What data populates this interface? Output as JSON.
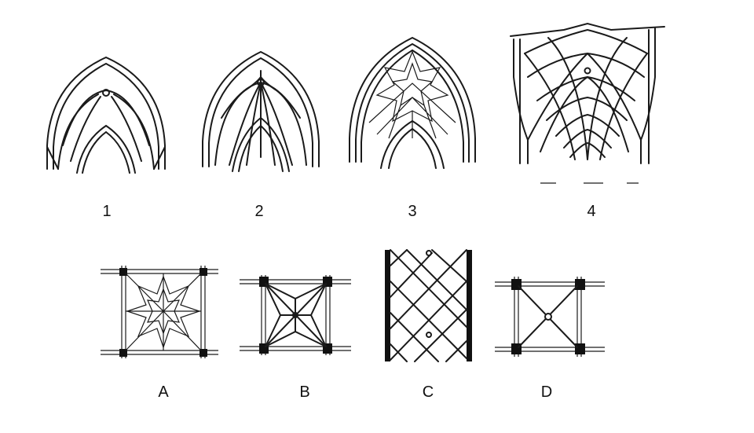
{
  "vault_sections": [
    {
      "label": "1"
    },
    {
      "label": "2"
    },
    {
      "label": "3"
    },
    {
      "label": "4"
    }
  ],
  "vault_plans": [
    {
      "label": "A"
    },
    {
      "label": "B"
    },
    {
      "label": "C"
    },
    {
      "label": "D"
    }
  ]
}
